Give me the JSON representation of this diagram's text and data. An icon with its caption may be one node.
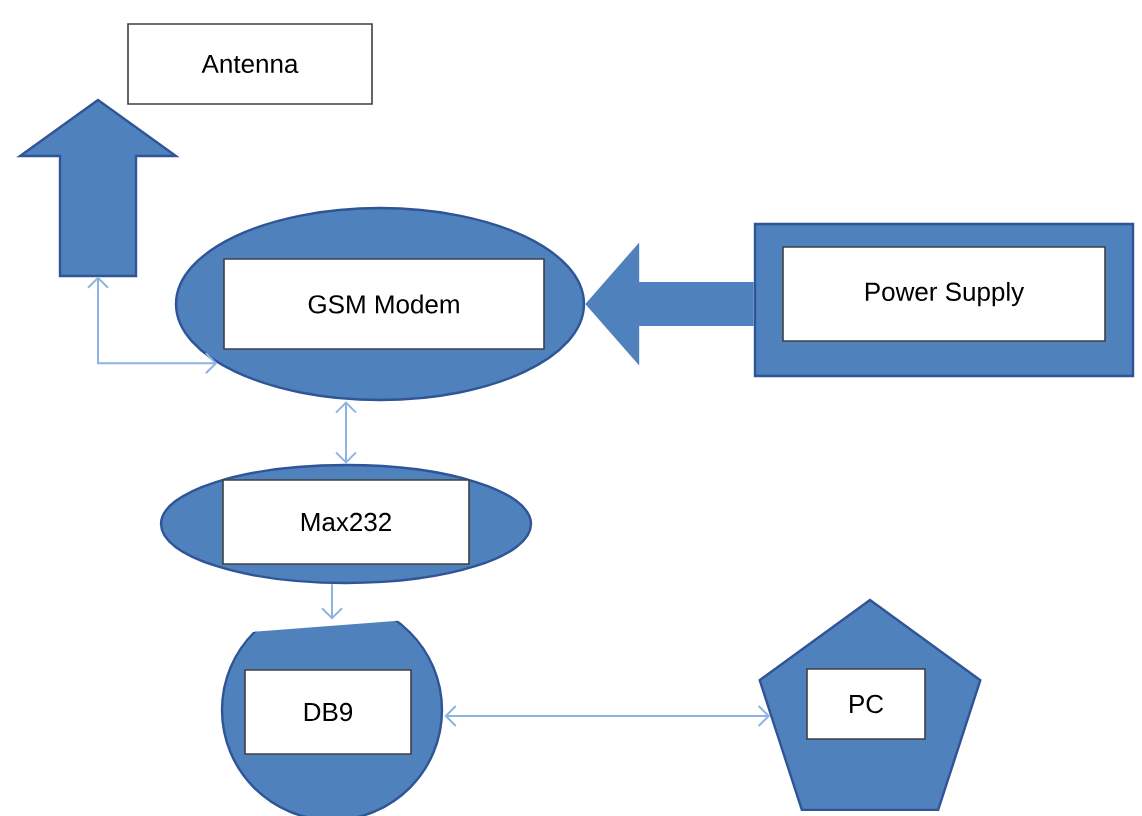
{
  "diagram": {
    "nodes": [
      {
        "text": [
          "Antenna"
        ]
      },
      {
        "text": [],
        "shape": "arrow"
      },
      {
        "text": [
          "GSM Modem"
        ]
      },
      {
        "text": [
          "Power Supply"
        ]
      },
      {
        "text": [
          "Max232"
        ]
      },
      {
        "text": [
          "DB9"
        ]
      },
      {
        "text": [
          "PC"
        ]
      }
    ],
    "edges": [
      {
        "from": 1,
        "to": 2,
        "arrow": "both"
      },
      {
        "from": 2,
        "to": 4,
        "arrow": "both"
      },
      {
        "from": 4,
        "to": 5,
        "arrow": "to"
      },
      {
        "from": 5,
        "to": 6,
        "arrow": "both"
      },
      {
        "from": 3,
        "to": 2,
        "arrow": "to",
        "style": "thick",
        "color": "#4f81bd"
      }
    ]
  }
}
